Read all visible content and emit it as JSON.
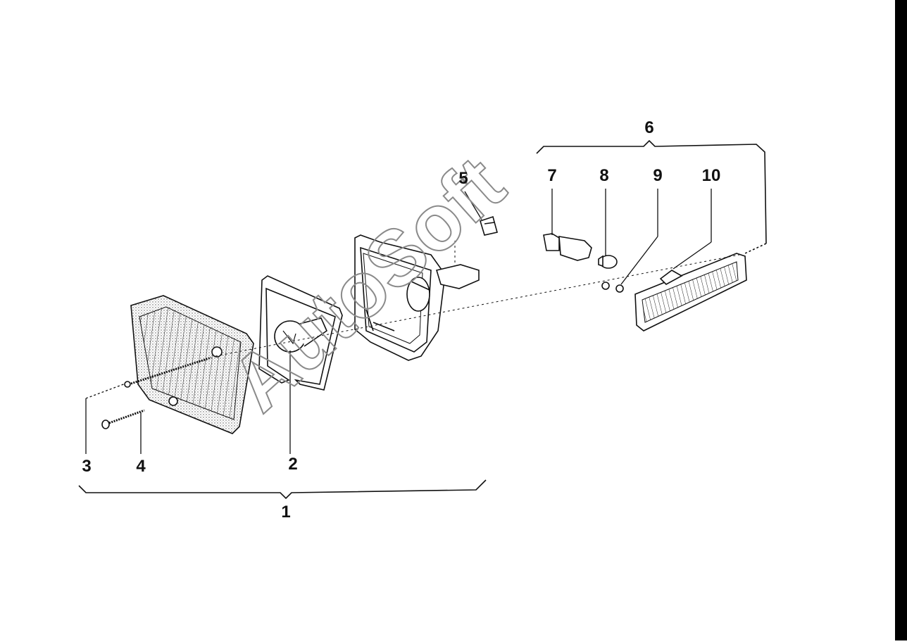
{
  "diagram": {
    "callouts": [
      {
        "id": "1",
        "text": "1"
      },
      {
        "id": "2",
        "text": "2"
      },
      {
        "id": "3",
        "text": "3"
      },
      {
        "id": "4",
        "text": "4"
      },
      {
        "id": "5",
        "text": "5"
      },
      {
        "id": "6",
        "text": "6"
      },
      {
        "id": "7",
        "text": "7"
      },
      {
        "id": "8",
        "text": "8"
      },
      {
        "id": "9",
        "text": "9"
      },
      {
        "id": "10",
        "text": "10"
      }
    ],
    "watermark": "AutoSoft"
  },
  "colors": {
    "line": "#111111",
    "background": "#ffffff",
    "watermark": "#8a8a8a",
    "edge": "#000000"
  }
}
